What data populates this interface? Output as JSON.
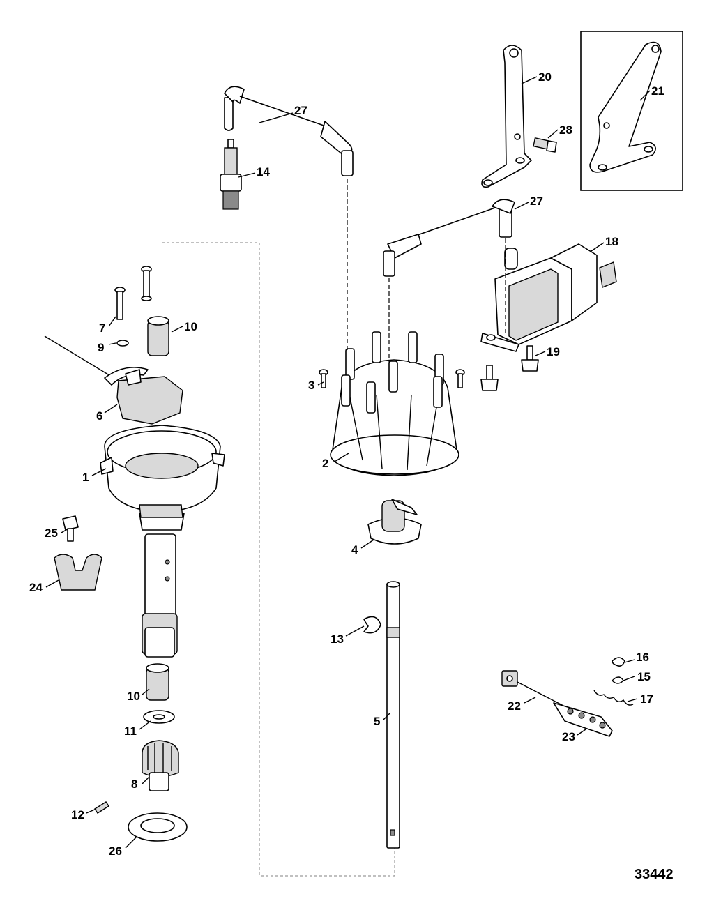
{
  "figure_number": "33442",
  "callouts": {
    "c1": "1",
    "c2": "2",
    "c3": "3",
    "c4": "4",
    "c5": "5",
    "c6": "6",
    "c7": "7",
    "c8": "8",
    "c9": "9",
    "c10a": "10",
    "c10b": "10",
    "c11": "11",
    "c12": "12",
    "c13": "13",
    "c14": "14",
    "c15": "15",
    "c16": "16",
    "c17": "17",
    "c18": "18",
    "c19": "19",
    "c20": "20",
    "c21": "21",
    "c22": "22",
    "c23": "23",
    "c24": "24",
    "c25": "25",
    "c26": "26",
    "c27a": "27",
    "c27b": "27",
    "c28": "28"
  }
}
